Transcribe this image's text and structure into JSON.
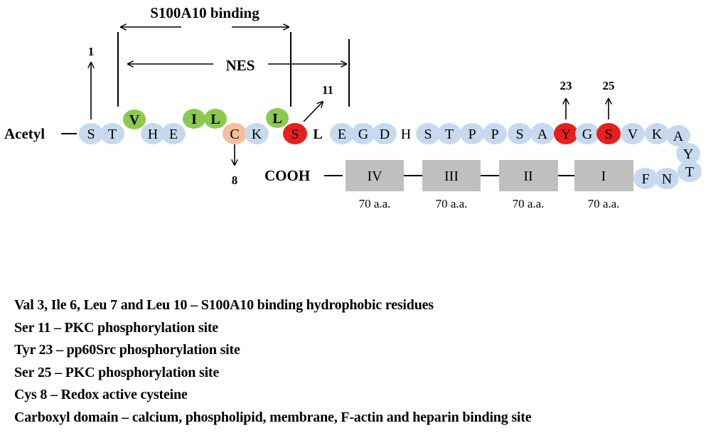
{
  "diagram": {
    "n_terminus_label": "Acetyl",
    "c_terminus_label": "COOH",
    "colors": {
      "default": "#c6d9ee",
      "hydrophobic": "#8cc94f",
      "phospho": "#e8201c",
      "redox": "#f5bf9c",
      "domain_box": "#bfbfbf"
    },
    "residues": [
      {
        "letter": "S",
        "type": "default"
      },
      {
        "letter": "T",
        "type": "default"
      },
      {
        "letter": "V",
        "type": "hydrophobic"
      },
      {
        "letter": "H",
        "type": "default"
      },
      {
        "letter": "E",
        "type": "default"
      },
      {
        "letter": "I",
        "type": "hydrophobic"
      },
      {
        "letter": "L",
        "type": "hydrophobic"
      },
      {
        "letter": "C",
        "type": "redox"
      },
      {
        "letter": "K",
        "type": "default"
      },
      {
        "letter": "L",
        "type": "hydrophobic"
      },
      {
        "letter": "S",
        "type": "phospho"
      },
      {
        "letter": "L",
        "type": "plain"
      },
      {
        "letter": "E",
        "type": "default"
      },
      {
        "letter": "G",
        "type": "default"
      },
      {
        "letter": "D",
        "type": "default"
      },
      {
        "letter": "H",
        "type": "plain"
      },
      {
        "letter": "S",
        "type": "default"
      },
      {
        "letter": "T",
        "type": "default"
      },
      {
        "letter": "P",
        "type": "default"
      },
      {
        "letter": "P",
        "type": "default"
      },
      {
        "letter": "S",
        "type": "default"
      },
      {
        "letter": "A",
        "type": "default"
      },
      {
        "letter": "Y",
        "type": "phospho"
      },
      {
        "letter": "G",
        "type": "default"
      },
      {
        "letter": "S",
        "type": "phospho"
      },
      {
        "letter": "V",
        "type": "default"
      },
      {
        "letter": "K",
        "type": "default"
      },
      {
        "letter": "A",
        "type": "default"
      },
      {
        "letter": "Y",
        "type": "default"
      },
      {
        "letter": "T",
        "type": "default"
      },
      {
        "letter": "N",
        "type": "default"
      },
      {
        "letter": "F",
        "type": "default"
      }
    ],
    "position_markers": [
      "1",
      "8",
      "11",
      "23",
      "25"
    ],
    "regions": [
      {
        "label": "S100A10 binding"
      },
      {
        "label": "NES"
      }
    ],
    "domains": [
      {
        "label": "IV",
        "length": "70 a.a."
      },
      {
        "label": "III",
        "length": "70 a.a."
      },
      {
        "label": "II",
        "length": "70 a.a."
      },
      {
        "label": "I",
        "length": "70 a.a."
      }
    ]
  },
  "legend": [
    "Val 3, Ile 6, Leu 7 and Leu 10 – S100A10 binding hydrophobic residues",
    "Ser 11 – PKC phosphorylation site",
    "Tyr 23 – pp60Src phosphorylation site",
    "Ser 25 – PKC phosphorylation site",
    "Cys 8 – Redox active cysteine",
    "Carboxyl domain – calcium, phospholipid, membrane, F-actin and heparin binding site"
  ]
}
